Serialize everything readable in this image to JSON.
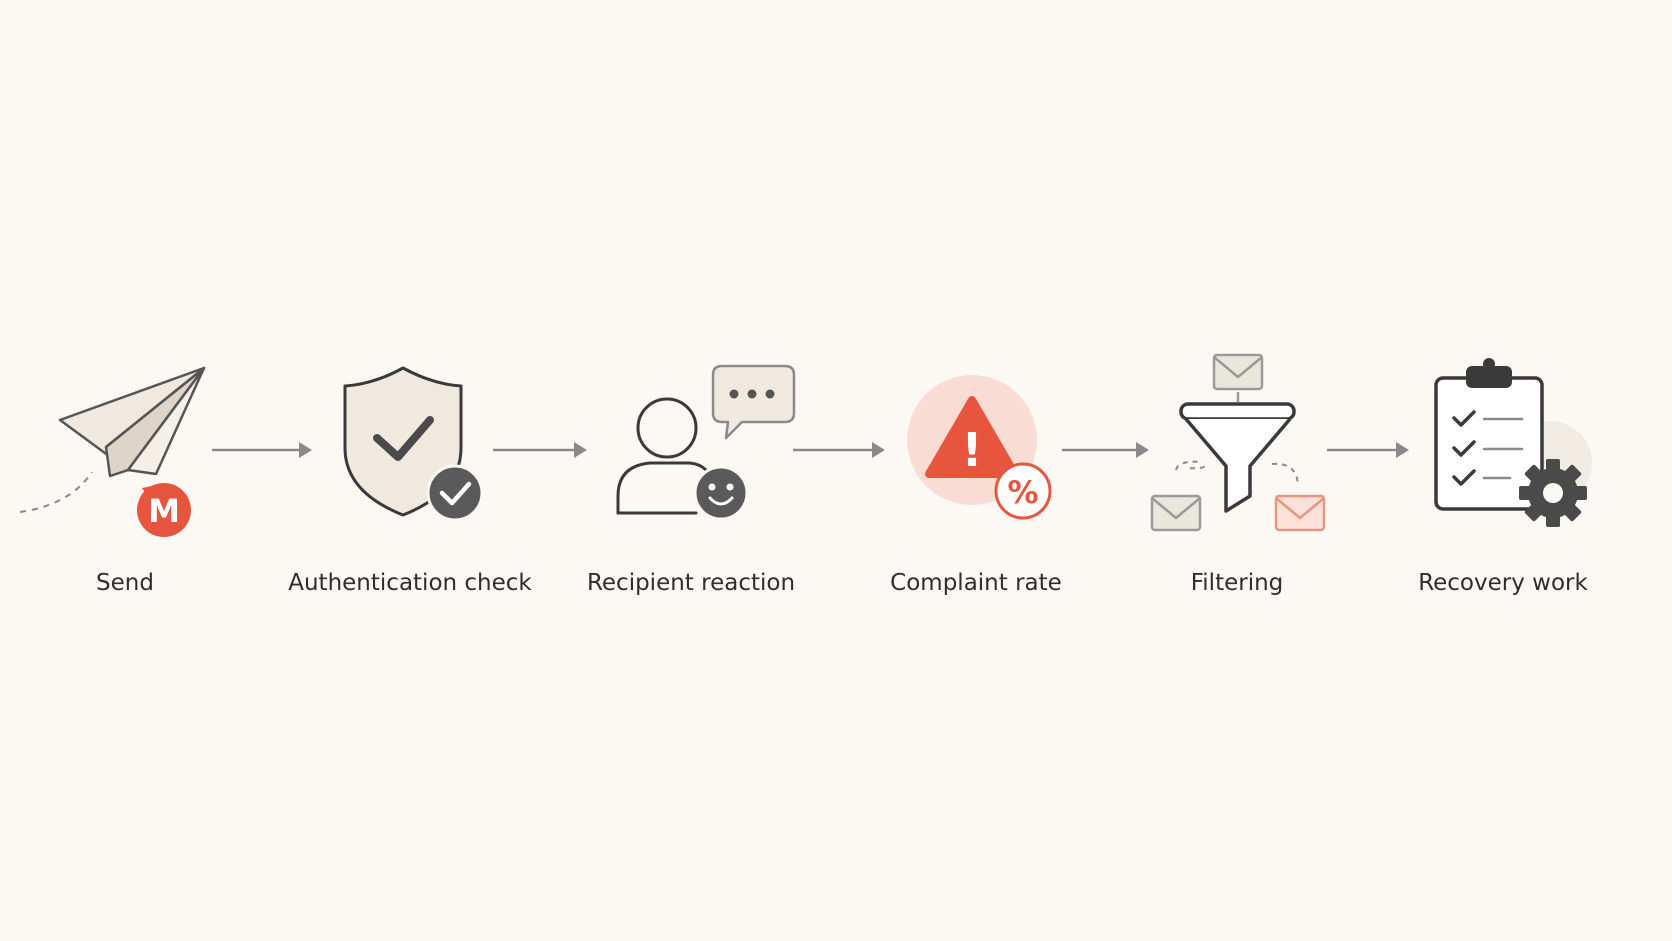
{
  "steps": [
    {
      "label": "Send",
      "icon": "paper-plane-icon",
      "badge_icon": "mail-logo-icon"
    },
    {
      "label": "Authentication check",
      "icon": "shield-icon",
      "badge_icon": "checkmark-badge-icon"
    },
    {
      "label": "Recipient reaction",
      "icon": "person-icon",
      "badge_icon": "smiley-icon",
      "extra_icon": "speech-bubble-icon"
    },
    {
      "label": "Complaint rate",
      "icon": "warning-triangle-icon",
      "badge_icon": "percent-badge-icon"
    },
    {
      "label": "Filtering",
      "icon": "funnel-icon",
      "extra_icon": "envelope-icon"
    },
    {
      "label": "Recovery work",
      "icon": "clipboard-checklist-icon",
      "badge_icon": "gear-icon"
    }
  ],
  "badge_text": {
    "mail": "M",
    "alert": "!",
    "percent": "%"
  },
  "colors": {
    "background": "#fcf9f5",
    "accent": "#e8553f",
    "accent_soft": "#f9dcd3",
    "dark": "#3a3a3a",
    "badge_dark": "#5a5a5a",
    "arrow": "#8a8a8a",
    "paper": "#efe9df"
  }
}
